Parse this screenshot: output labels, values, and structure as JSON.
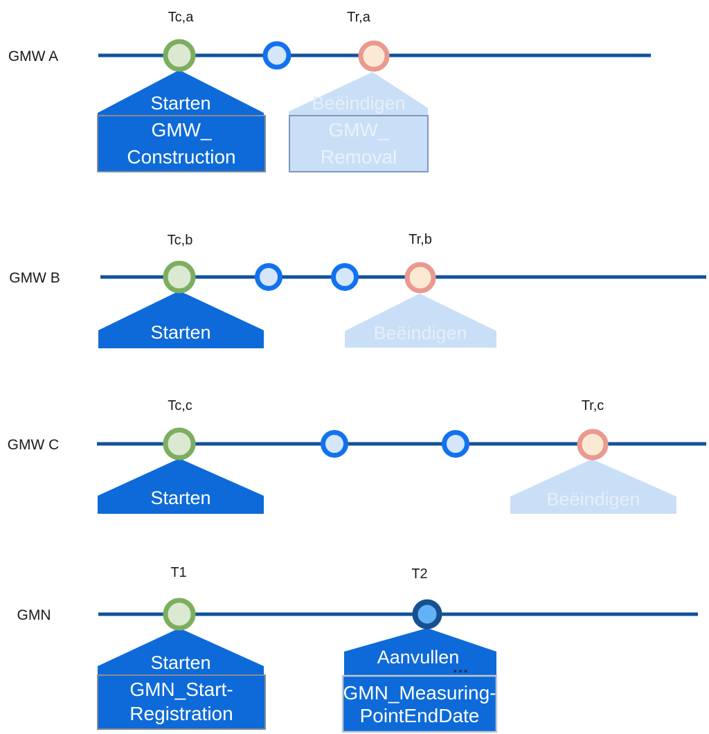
{
  "colors": {
    "timeline": "#11519E",
    "active_callout_blue": "#0E6AD8",
    "inactive_callout_blue": "#C9DFF7",
    "active_box_border": "#878E96",
    "inactive_box_border": "#8096BC",
    "gmn_box_border": "#C3C9CF",
    "start_marker_border": "#7DAE60",
    "start_marker_fill": "#DCE9D2",
    "mid_marker_border": "#1272EE",
    "mid_marker_fill": "#D4E6F8",
    "end_marker_border": "#E9998F",
    "end_marker_fill": "#FCE9D4",
    "gmn_t2_marker_border": "#174F8F",
    "gmn_t2_marker_fill": "#63B1F6"
  },
  "rows": [
    {
      "label": "GMW A",
      "start": {
        "time_label": "Tc,a",
        "callout_title": "Starten",
        "box_line1": "GMW_",
        "box_line2": "Construction"
      },
      "end": {
        "time_label": "Tr,a",
        "callout_title": "Beëindigen",
        "box_line1": "GMW_",
        "box_line2": "Removal"
      }
    },
    {
      "label": "GMW B",
      "start": {
        "time_label": "Tc,b",
        "callout_title": "Starten"
      },
      "end": {
        "time_label": "Tr,b",
        "callout_title": "Beëindigen"
      }
    },
    {
      "label": "GMW C",
      "start": {
        "time_label": "Tc,c",
        "callout_title": "Starten"
      },
      "end": {
        "time_label": "Tr,c",
        "callout_title": "Beëindigen"
      }
    },
    {
      "label": "GMN",
      "start": {
        "time_label": "T1",
        "callout_title": "Starten",
        "box_line1": "GMN_Start-",
        "box_line2": "Registration"
      },
      "end": {
        "time_label": "T2",
        "callout_title": "Aanvullen",
        "ellipsis": "…",
        "box_line1": "GMN_Measuring-",
        "box_line2": "PointEndDate"
      }
    }
  ]
}
